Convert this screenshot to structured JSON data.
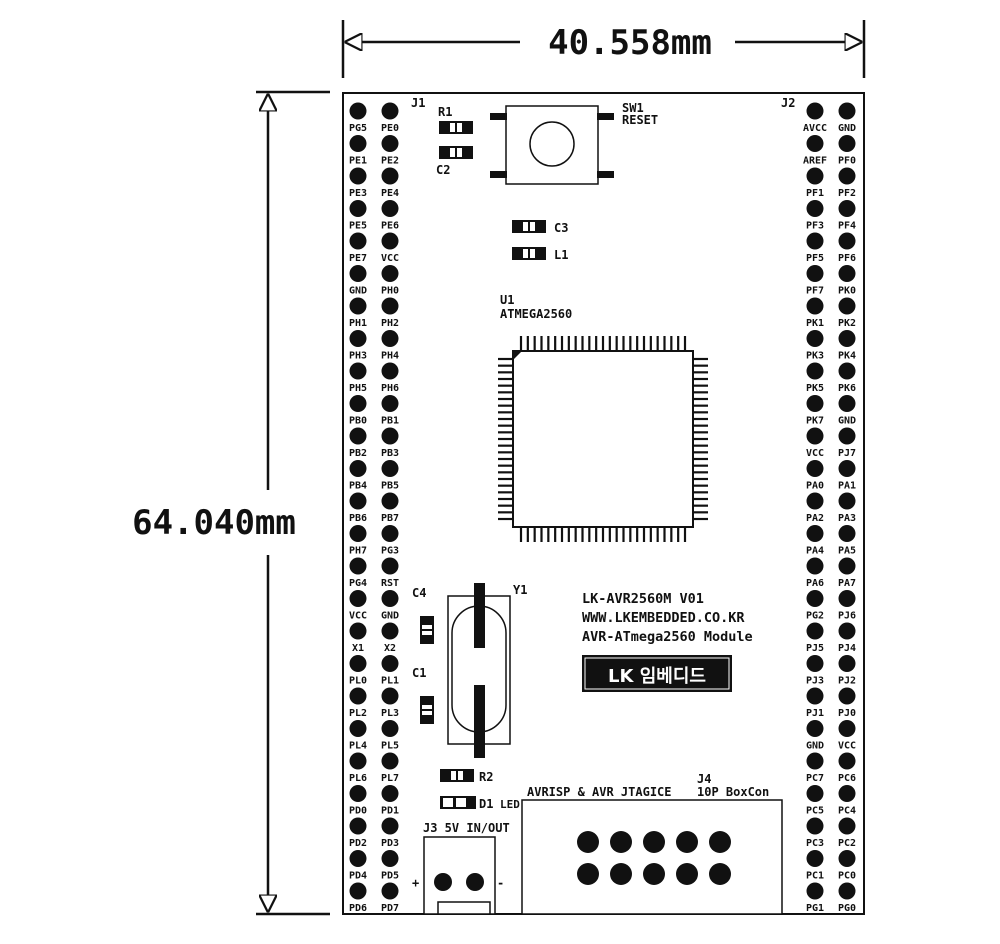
{
  "dimensions": {
    "width": "40.558mm",
    "height": "64.040mm"
  },
  "j1": {
    "ref": "J1",
    "pins": [
      [
        "PG5",
        "PE0"
      ],
      [
        "PE1",
        "PE2"
      ],
      [
        "PE3",
        "PE4"
      ],
      [
        "PE5",
        "PE6"
      ],
      [
        "PE7",
        "VCC"
      ],
      [
        "GND",
        "PH0"
      ],
      [
        "PH1",
        "PH2"
      ],
      [
        "PH3",
        "PH4"
      ],
      [
        "PH5",
        "PH6"
      ],
      [
        "PB0",
        "PB1"
      ],
      [
        "PB2",
        "PB3"
      ],
      [
        "PB4",
        "PB5"
      ],
      [
        "PB6",
        "PB7"
      ],
      [
        "PH7",
        "PG3"
      ],
      [
        "PG4",
        "RST"
      ],
      [
        "VCC",
        "GND"
      ],
      [
        "X1",
        "X2"
      ],
      [
        "PL0",
        "PL1"
      ],
      [
        "PL2",
        "PL3"
      ],
      [
        "PL4",
        "PL5"
      ],
      [
        "PL6",
        "PL7"
      ],
      [
        "PD0",
        "PD1"
      ],
      [
        "PD2",
        "PD3"
      ],
      [
        "PD4",
        "PD5"
      ],
      [
        "PD6",
        "PD7"
      ]
    ]
  },
  "j2": {
    "ref": "J2",
    "pins": [
      [
        "AVCC",
        "GND"
      ],
      [
        "AREF",
        "PF0"
      ],
      [
        "PF1",
        "PF2"
      ],
      [
        "PF3",
        "PF4"
      ],
      [
        "PF5",
        "PF6"
      ],
      [
        "PF7",
        "PK0"
      ],
      [
        "PK1",
        "PK2"
      ],
      [
        "PK3",
        "PK4"
      ],
      [
        "PK5",
        "PK6"
      ],
      [
        "PK7",
        "GND"
      ],
      [
        "VCC",
        "PJ7"
      ],
      [
        "PA0",
        "PA1"
      ],
      [
        "PA2",
        "PA3"
      ],
      [
        "PA4",
        "PA5"
      ],
      [
        "PA6",
        "PA7"
      ],
      [
        "PG2",
        "PJ6"
      ],
      [
        "PJ5",
        "PJ4"
      ],
      [
        "PJ3",
        "PJ2"
      ],
      [
        "PJ1",
        "PJ0"
      ],
      [
        "GND",
        "VCC"
      ],
      [
        "PC7",
        "PC6"
      ],
      [
        "PC5",
        "PC4"
      ],
      [
        "PC3",
        "PC2"
      ],
      [
        "PC1",
        "PC0"
      ],
      [
        "PG1",
        "PG0"
      ]
    ]
  },
  "components": {
    "r1": "R1",
    "c2": "C2",
    "sw1_ref": "SW1",
    "sw1_name": "RESET",
    "c3": "C3",
    "l1": "L1",
    "u1_ref": "U1",
    "u1_name": "ATMEGA2560",
    "c4": "C4",
    "c1": "C1",
    "y1": "Y1",
    "r2": "R2",
    "d1": "D1",
    "led": "LED",
    "j3": "J3 5V IN/OUT",
    "j3_plus": "+",
    "j3_minus": "-",
    "j4_ref": "J4",
    "j4_desc": "AVRISP & AVR JTAGICE",
    "j4_name": "10P BoxCon"
  },
  "board_info": {
    "line1": "LK-AVR2560M V01",
    "line2": "WWW.LKEMBEDDED.CO.KR",
    "line3": "AVR-ATmega2560 Module"
  },
  "logo": {
    "text": "LK 임베디드"
  }
}
